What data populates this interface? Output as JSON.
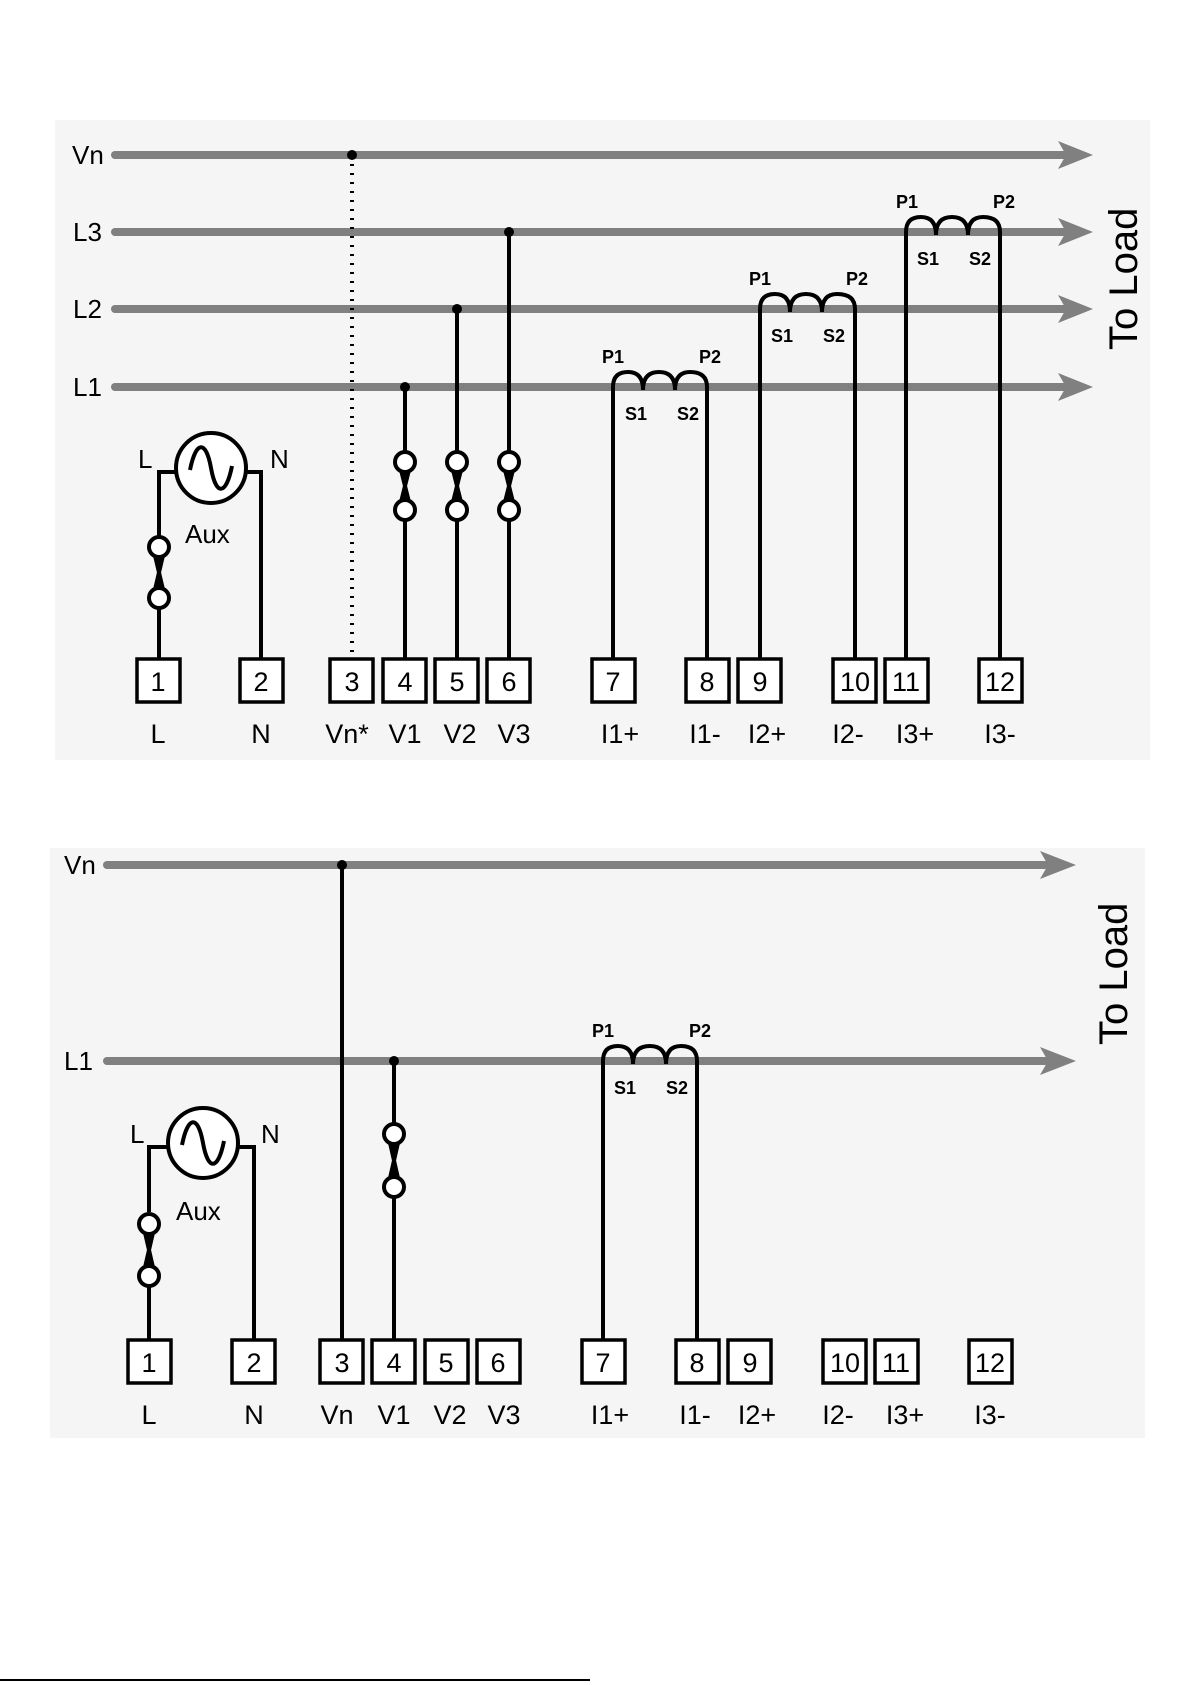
{
  "diagram_top": {
    "buses": [
      "Vn",
      "L3",
      "L2",
      "L1"
    ],
    "load_label": "To Load",
    "aux": {
      "label": "Aux",
      "left": "L",
      "right": "N"
    },
    "ct": {
      "p1": "P1",
      "p2": "P2",
      "s1": "S1",
      "s2": "S2"
    },
    "terminals": [
      "1",
      "2",
      "3",
      "4",
      "5",
      "6",
      "7",
      "8",
      "9",
      "10",
      "11",
      "12"
    ],
    "terminal_labels": [
      "L",
      "N",
      "Vn*",
      "V1",
      "V2",
      "V3",
      "I1+",
      "I1-",
      "I2+",
      "I2-",
      "I3+",
      "I3-"
    ]
  },
  "diagram_bottom": {
    "buses": [
      "Vn",
      "L1"
    ],
    "load_label": "To Load",
    "aux": {
      "label": "Aux",
      "left": "L",
      "right": "N"
    },
    "ct": {
      "p1": "P1",
      "p2": "P2",
      "s1": "S1",
      "s2": "S2"
    },
    "terminals": [
      "1",
      "2",
      "3",
      "4",
      "5",
      "6",
      "7",
      "8",
      "9",
      "10",
      "11",
      "12"
    ],
    "terminal_labels": [
      "L",
      "N",
      "Vn",
      "V1",
      "V2",
      "V3",
      "I1+",
      "I1-",
      "I2+",
      "I2-",
      "I3+",
      "I3-"
    ]
  },
  "colors": {
    "bus": "#808080",
    "wire": "#000000",
    "background": "#f5f5f5"
  }
}
